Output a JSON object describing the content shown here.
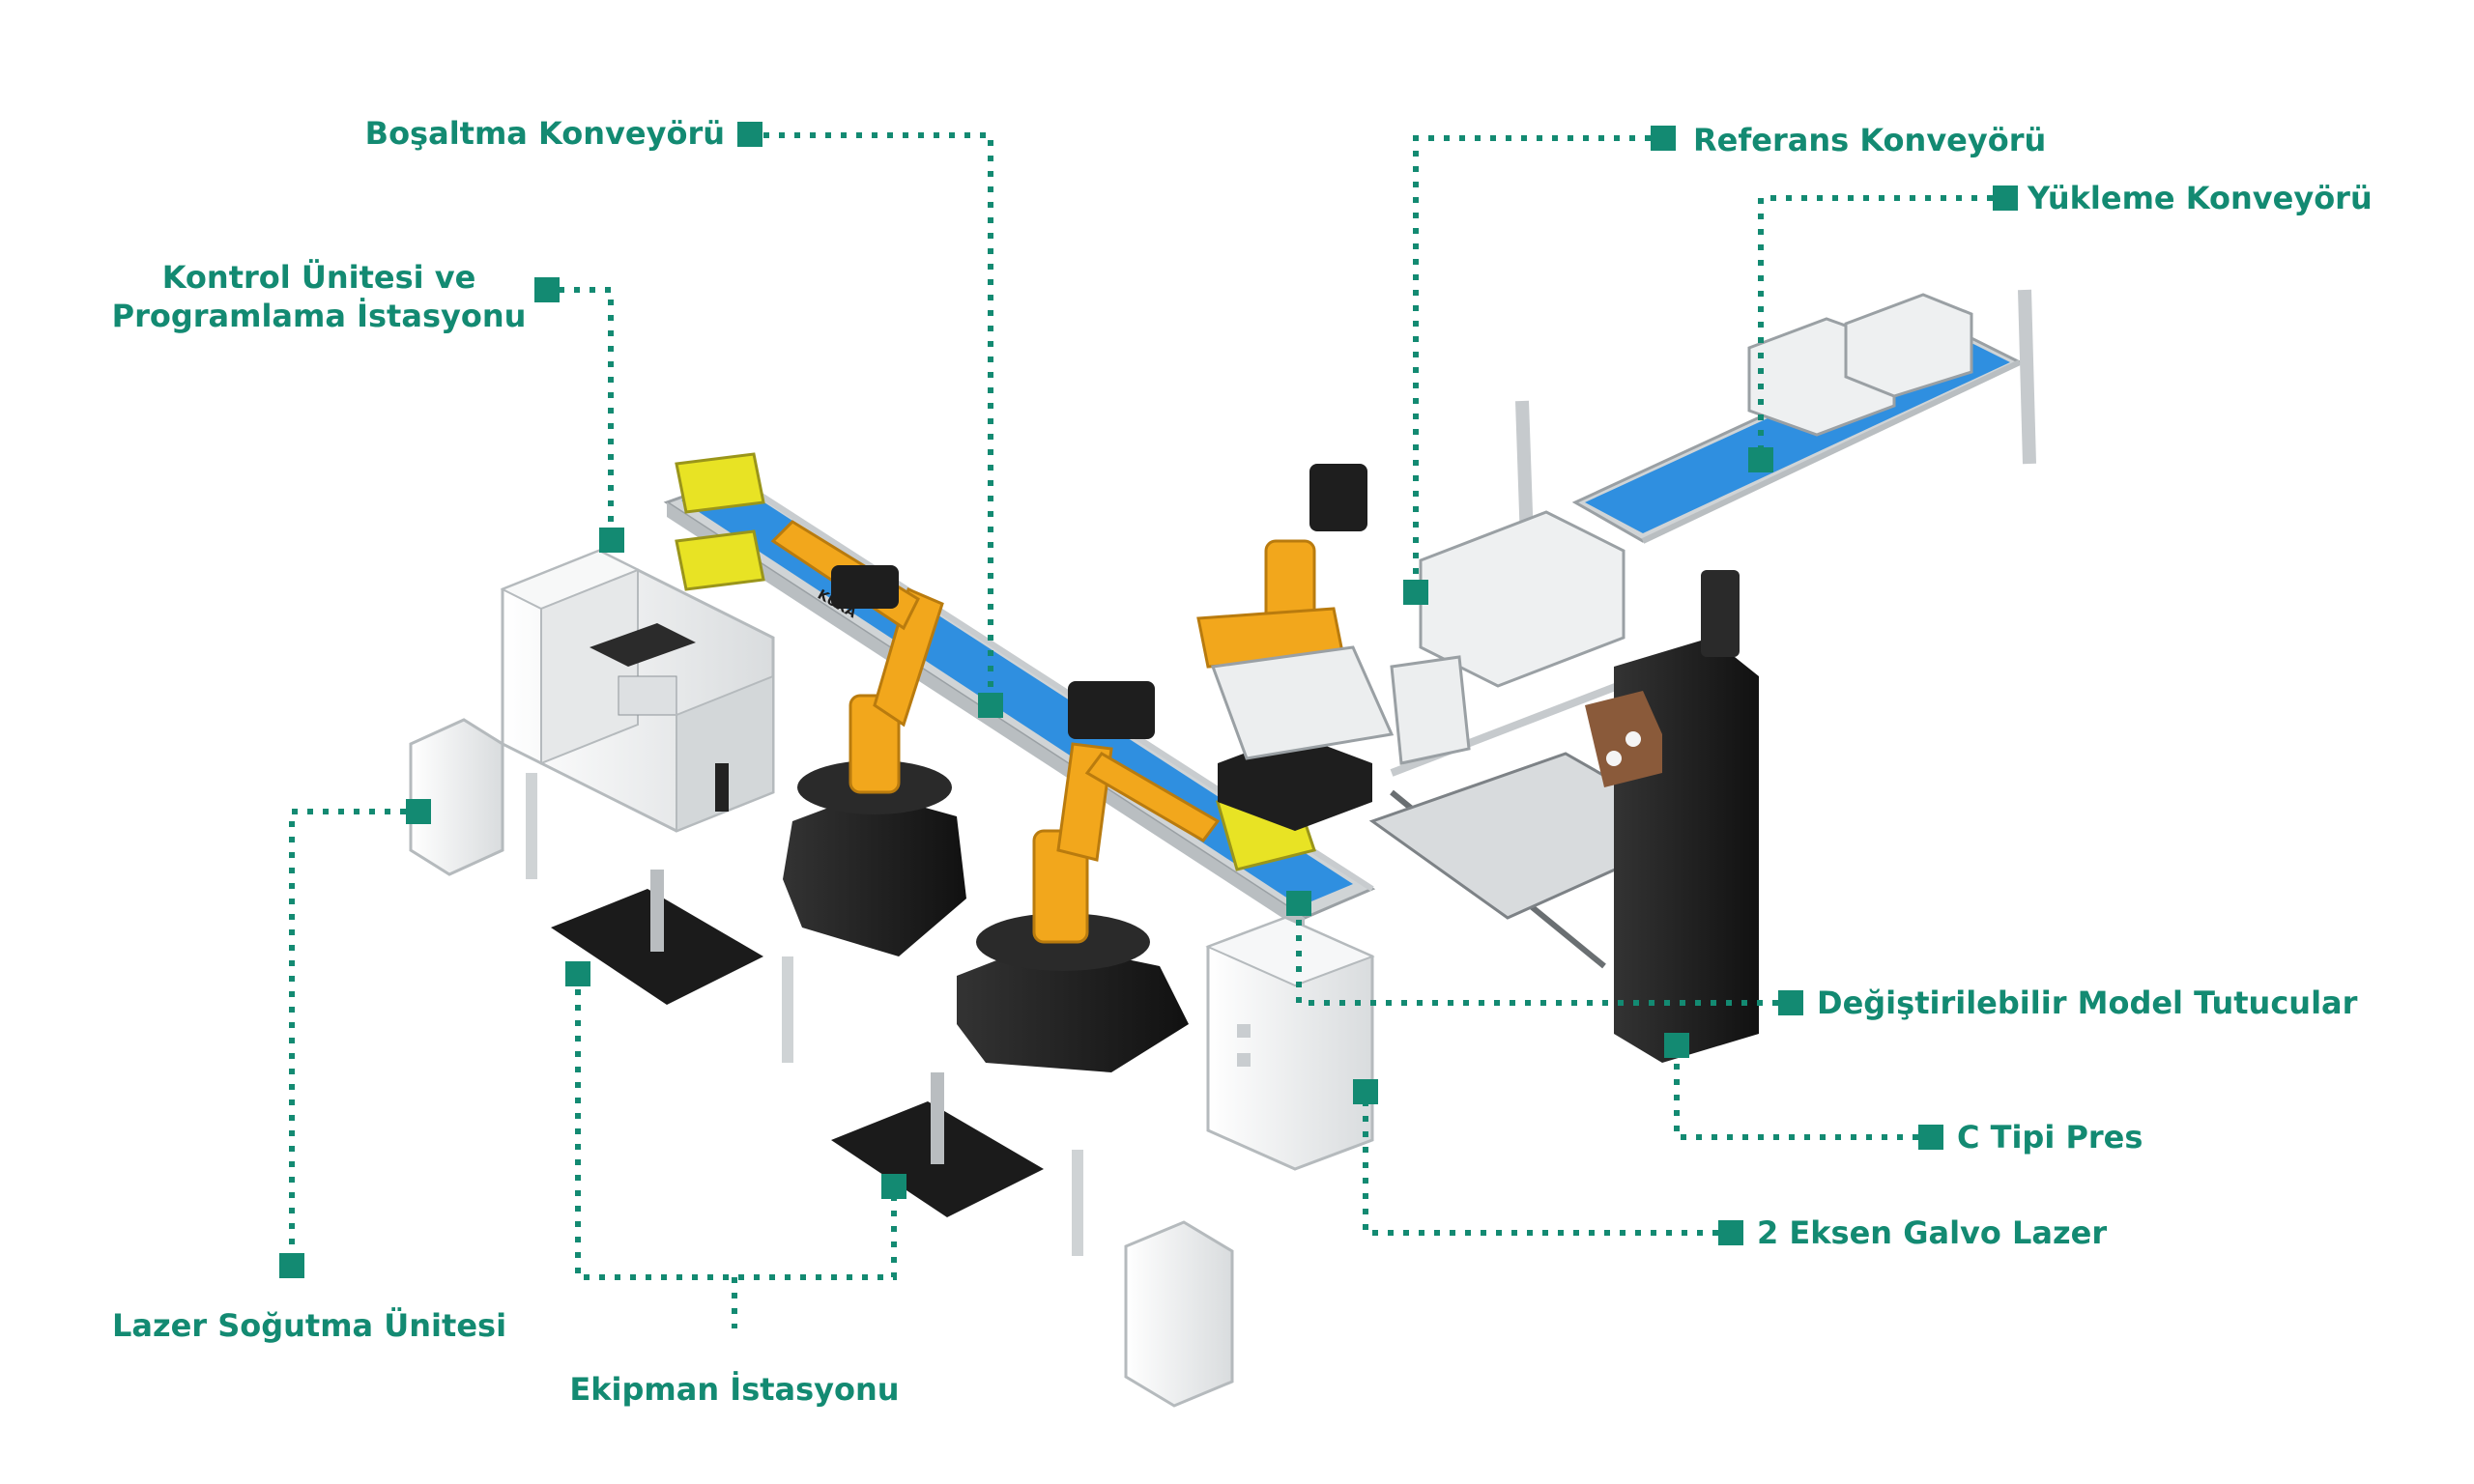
{
  "colors": {
    "accent": "#138a72",
    "conveyor_belt": "#2f8fe0",
    "robot": "#f2a71c",
    "machine_dark": "#1e1e1e",
    "cabinet": "#eef0f1"
  },
  "labels": {
    "bosaltma": "Boşaltma Konveyörü",
    "kontrol_line1": "Kontrol Ünitesi ve",
    "kontrol_line2": "Programlama İstasyonu",
    "referans": "Referans Konveyörü",
    "yukleme": "Yükleme Konveyörü",
    "degistirilebilir": "Değiştirilebilir Model Tutucular",
    "c_tipi": "C Tipi Pres",
    "galvo": "2 Eksen Galvo Lazer",
    "sogutma": "Lazer Soğutma Ünitesi",
    "ekipman": "Ekipman İstasyonu"
  },
  "robot_brand": "KUKA"
}
